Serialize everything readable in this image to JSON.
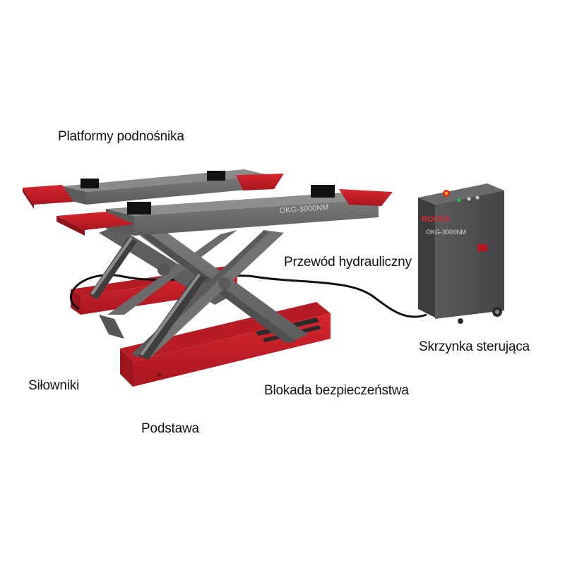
{
  "labels": {
    "platforms": "Platformy podnośnika",
    "hose": "Przewód hydrauliczny",
    "control_box": "Skrzynka sterująca",
    "cylinders": "Siłowniki",
    "safety_lock": "Blokada bezpieczeństwa",
    "base": "Podstawa"
  },
  "product": {
    "model_platform": "OKG-3000NM",
    "model_box": "OKG-3000NM",
    "brand": "ROCKS"
  },
  "colors": {
    "frame_gray": "#6b6b6b",
    "base_red": "#c8202a",
    "control_box": "#4e4e50",
    "hose": "#111111"
  }
}
